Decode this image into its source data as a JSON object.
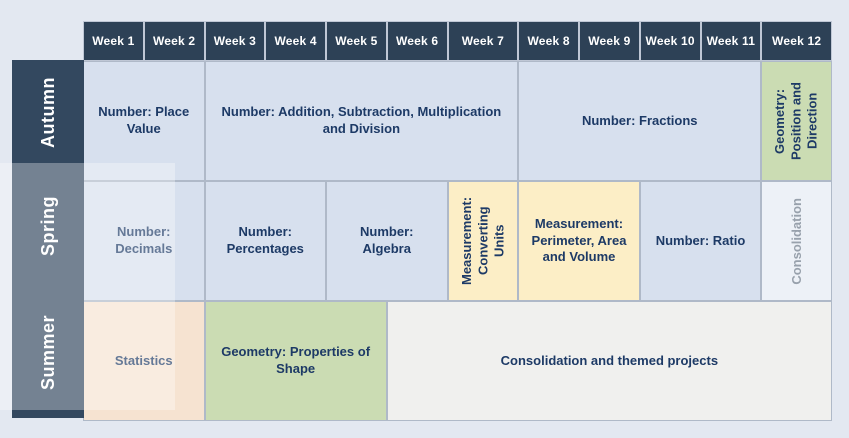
{
  "palette": {
    "page_background": "#e3e8f1",
    "header_navy": "#2d4156",
    "term_label_navy": "#33485f",
    "cell_blue": "#d7e0ee",
    "cell_green": "#cbdcb3",
    "cell_yellow": "#fceec6",
    "cell_peach": "#f6e3d1",
    "cell_gray": "#f0f0ee",
    "cell_light": "#edf1f7",
    "text_navy": "#1d3a66",
    "text_muted_gray": "#98a1ac"
  },
  "header": {
    "weeks": [
      "Week 1",
      "Week 2",
      "Week 3",
      "Week 4",
      "Week 5",
      "Week 6",
      "Week 7",
      "Week 8",
      "Week 9",
      "Week 10",
      "Week 11",
      "Week 12"
    ]
  },
  "rows": [
    {
      "label": "Autumn",
      "cells": [
        {
          "text": "Number: Place Value",
          "weeks": 2,
          "color": "blue"
        },
        {
          "text": "Number: Addition, Subtraction, Multiplication and Division",
          "weeks": 5,
          "color": "blue"
        },
        {
          "text": "Number: Fractions",
          "weeks": 4,
          "color": "blue"
        },
        {
          "text": "Geometry: Position and Direction",
          "weeks": 1,
          "color": "green",
          "orientation": "vertical"
        }
      ]
    },
    {
      "label": "Spring",
      "cells": [
        {
          "text": "Number: Decimals",
          "weeks": 2,
          "color": "blue",
          "faded": true
        },
        {
          "text": "Number: Percentages",
          "weeks": 2,
          "color": "blue"
        },
        {
          "text": "Number: Algebra",
          "weeks": 2,
          "color": "blue"
        },
        {
          "text": "Measurement: Converting Units",
          "weeks": 1,
          "color": "yellow",
          "orientation": "vertical"
        },
        {
          "text": "Measurement: Perimeter, Area and Volume",
          "weeks": 2,
          "color": "yellow"
        },
        {
          "text": "Number: Ratio",
          "weeks": 2,
          "color": "blue"
        },
        {
          "text": "Consolidation",
          "weeks": 1,
          "color": "light",
          "orientation": "vertical",
          "muted": true
        }
      ]
    },
    {
      "label": "Summer",
      "cells": [
        {
          "text": "Statistics",
          "weeks": 2,
          "color": "peach",
          "faded": true
        },
        {
          "text": "Geometry: Properties of Shape",
          "weeks": 3,
          "color": "green"
        },
        {
          "text": "Consolidation and themed projects",
          "weeks": 7,
          "color": "gray"
        }
      ]
    }
  ]
}
